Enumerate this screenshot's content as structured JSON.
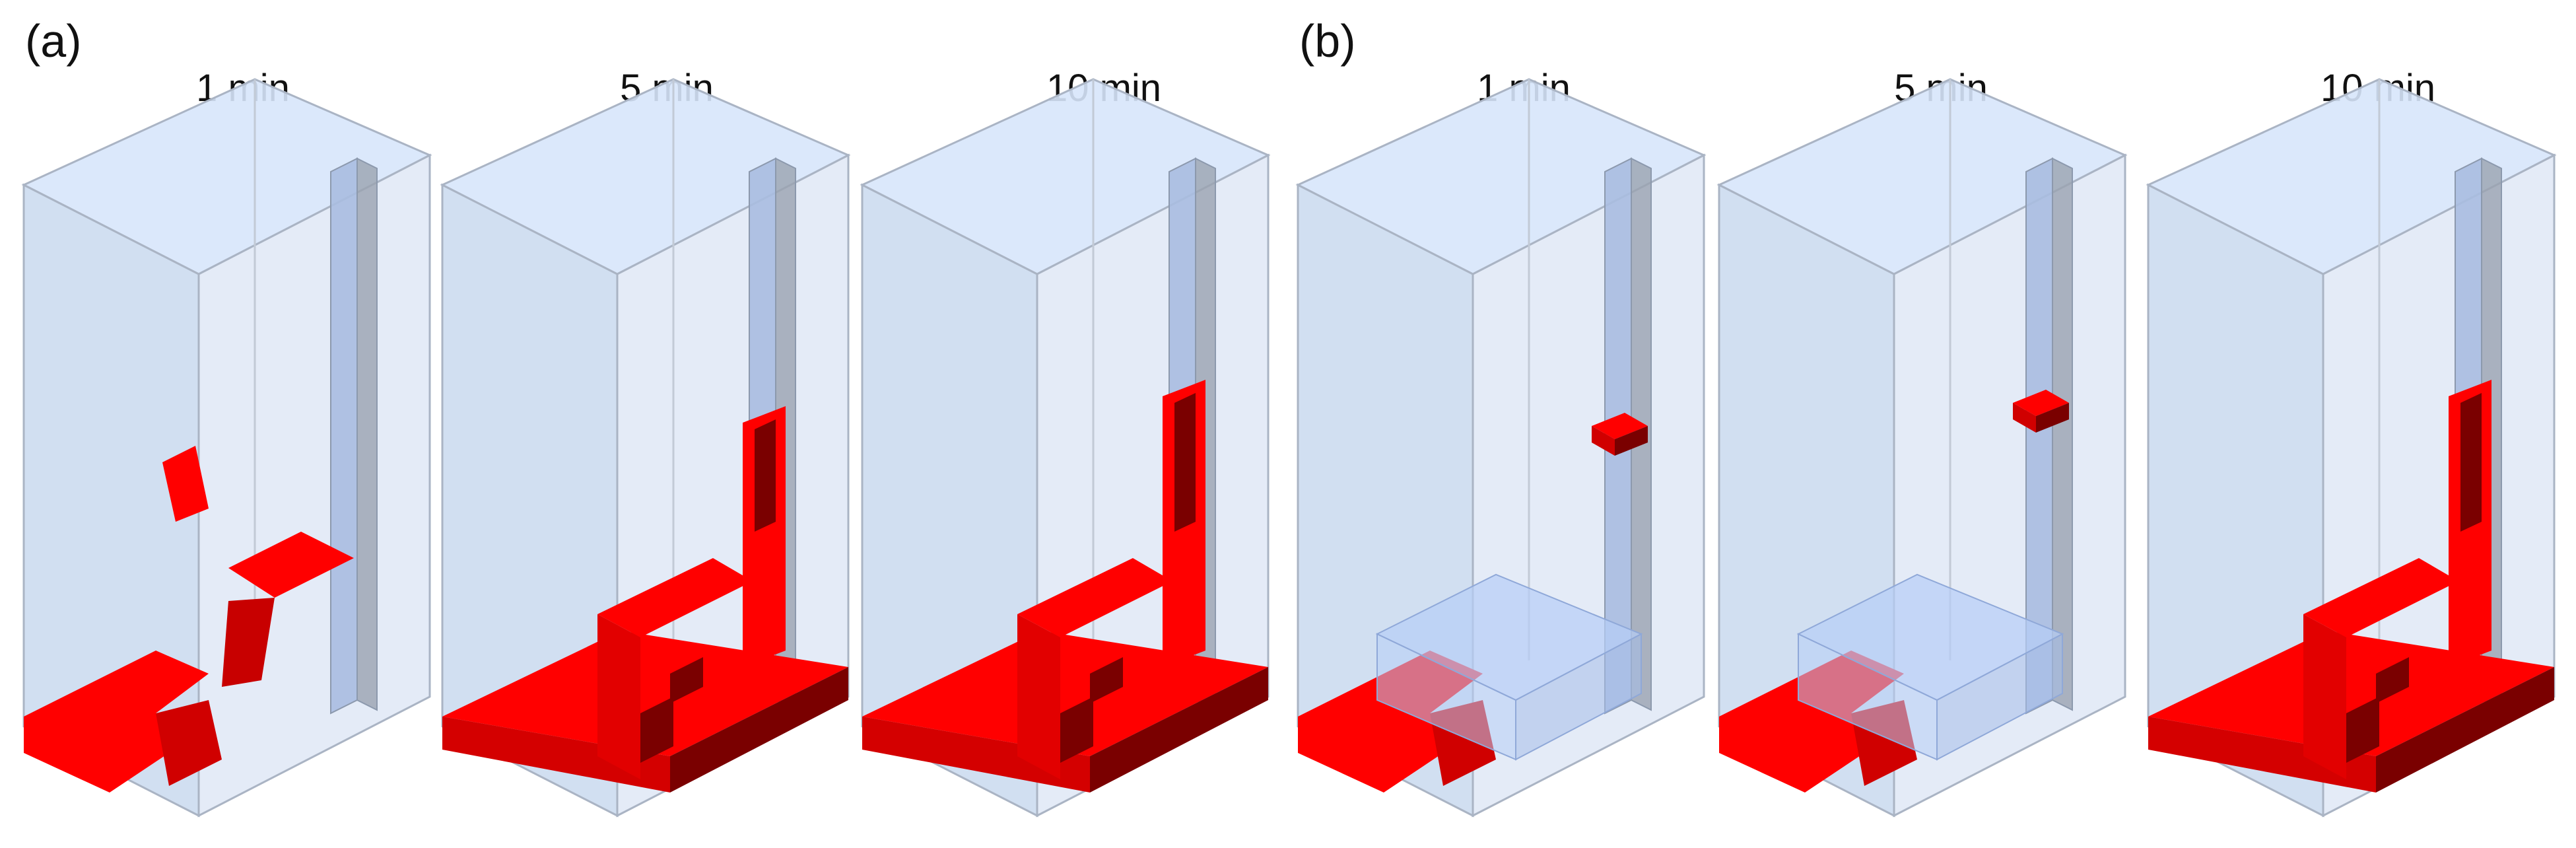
{
  "groups": [
    {
      "label": "(a)",
      "panels": [
        {
          "time": "1 min"
        },
        {
          "time": "5 min"
        },
        {
          "time": "10 min"
        }
      ]
    },
    {
      "label": "(b)",
      "panels": [
        {
          "time": "1 min"
        },
        {
          "time": "5 min"
        },
        {
          "time": "10 min"
        }
      ]
    }
  ],
  "colors": {
    "room_glass_top": "#d7e5fb",
    "room_glass_side": "#c9d9ef",
    "room_edge": "#aab4c4",
    "smoke_fill": "#b7cdf6",
    "fire_red": "#ff0000",
    "fire_dark": "#7a0000",
    "background": "#ffffff"
  }
}
